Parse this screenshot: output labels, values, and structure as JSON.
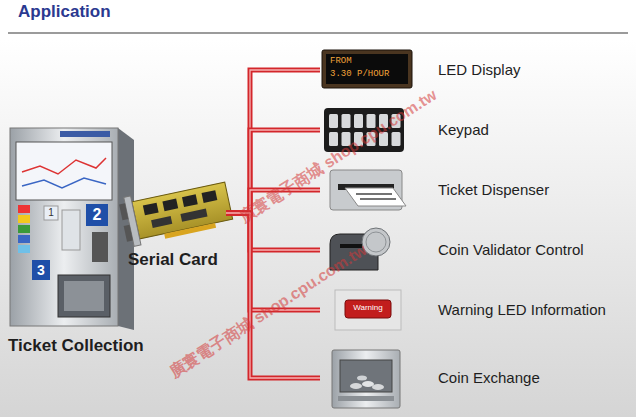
{
  "diagram": {
    "title": "Application",
    "nodes": [
      {
        "text": [
          "Ticket Collection"
        ]
      },
      {
        "text": [
          "Serial Card"
        ]
      },
      {
        "text": [
          "LED Display"
        ]
      },
      {
        "text": [
          "Keypad"
        ]
      },
      {
        "text": [
          "Ticket Dispenser"
        ]
      },
      {
        "text": [
          "Coin Validator Control"
        ]
      },
      {
        "text": [
          "Warning LED Information"
        ]
      },
      {
        "text": [
          "Coin Exchange"
        ]
      }
    ],
    "edges": [
      {
        "from": 1,
        "to": 2,
        "arrow": "none"
      },
      {
        "from": 1,
        "to": 3,
        "arrow": "none"
      },
      {
        "from": 1,
        "to": 4,
        "arrow": "none"
      },
      {
        "from": 1,
        "to": 5,
        "arrow": "none"
      },
      {
        "from": 1,
        "to": 6,
        "arrow": "none"
      },
      {
        "from": 1,
        "to": 7,
        "arrow": "none"
      }
    ],
    "labels": [
      "1",
      "2",
      "3",
      "FROM",
      "3.30 P/HOUR",
      "Warning",
      "廣寰電子商城 shop.cpu.com.tw",
      "廣寰電子商城 shop.cpu.com.tw"
    ]
  }
}
